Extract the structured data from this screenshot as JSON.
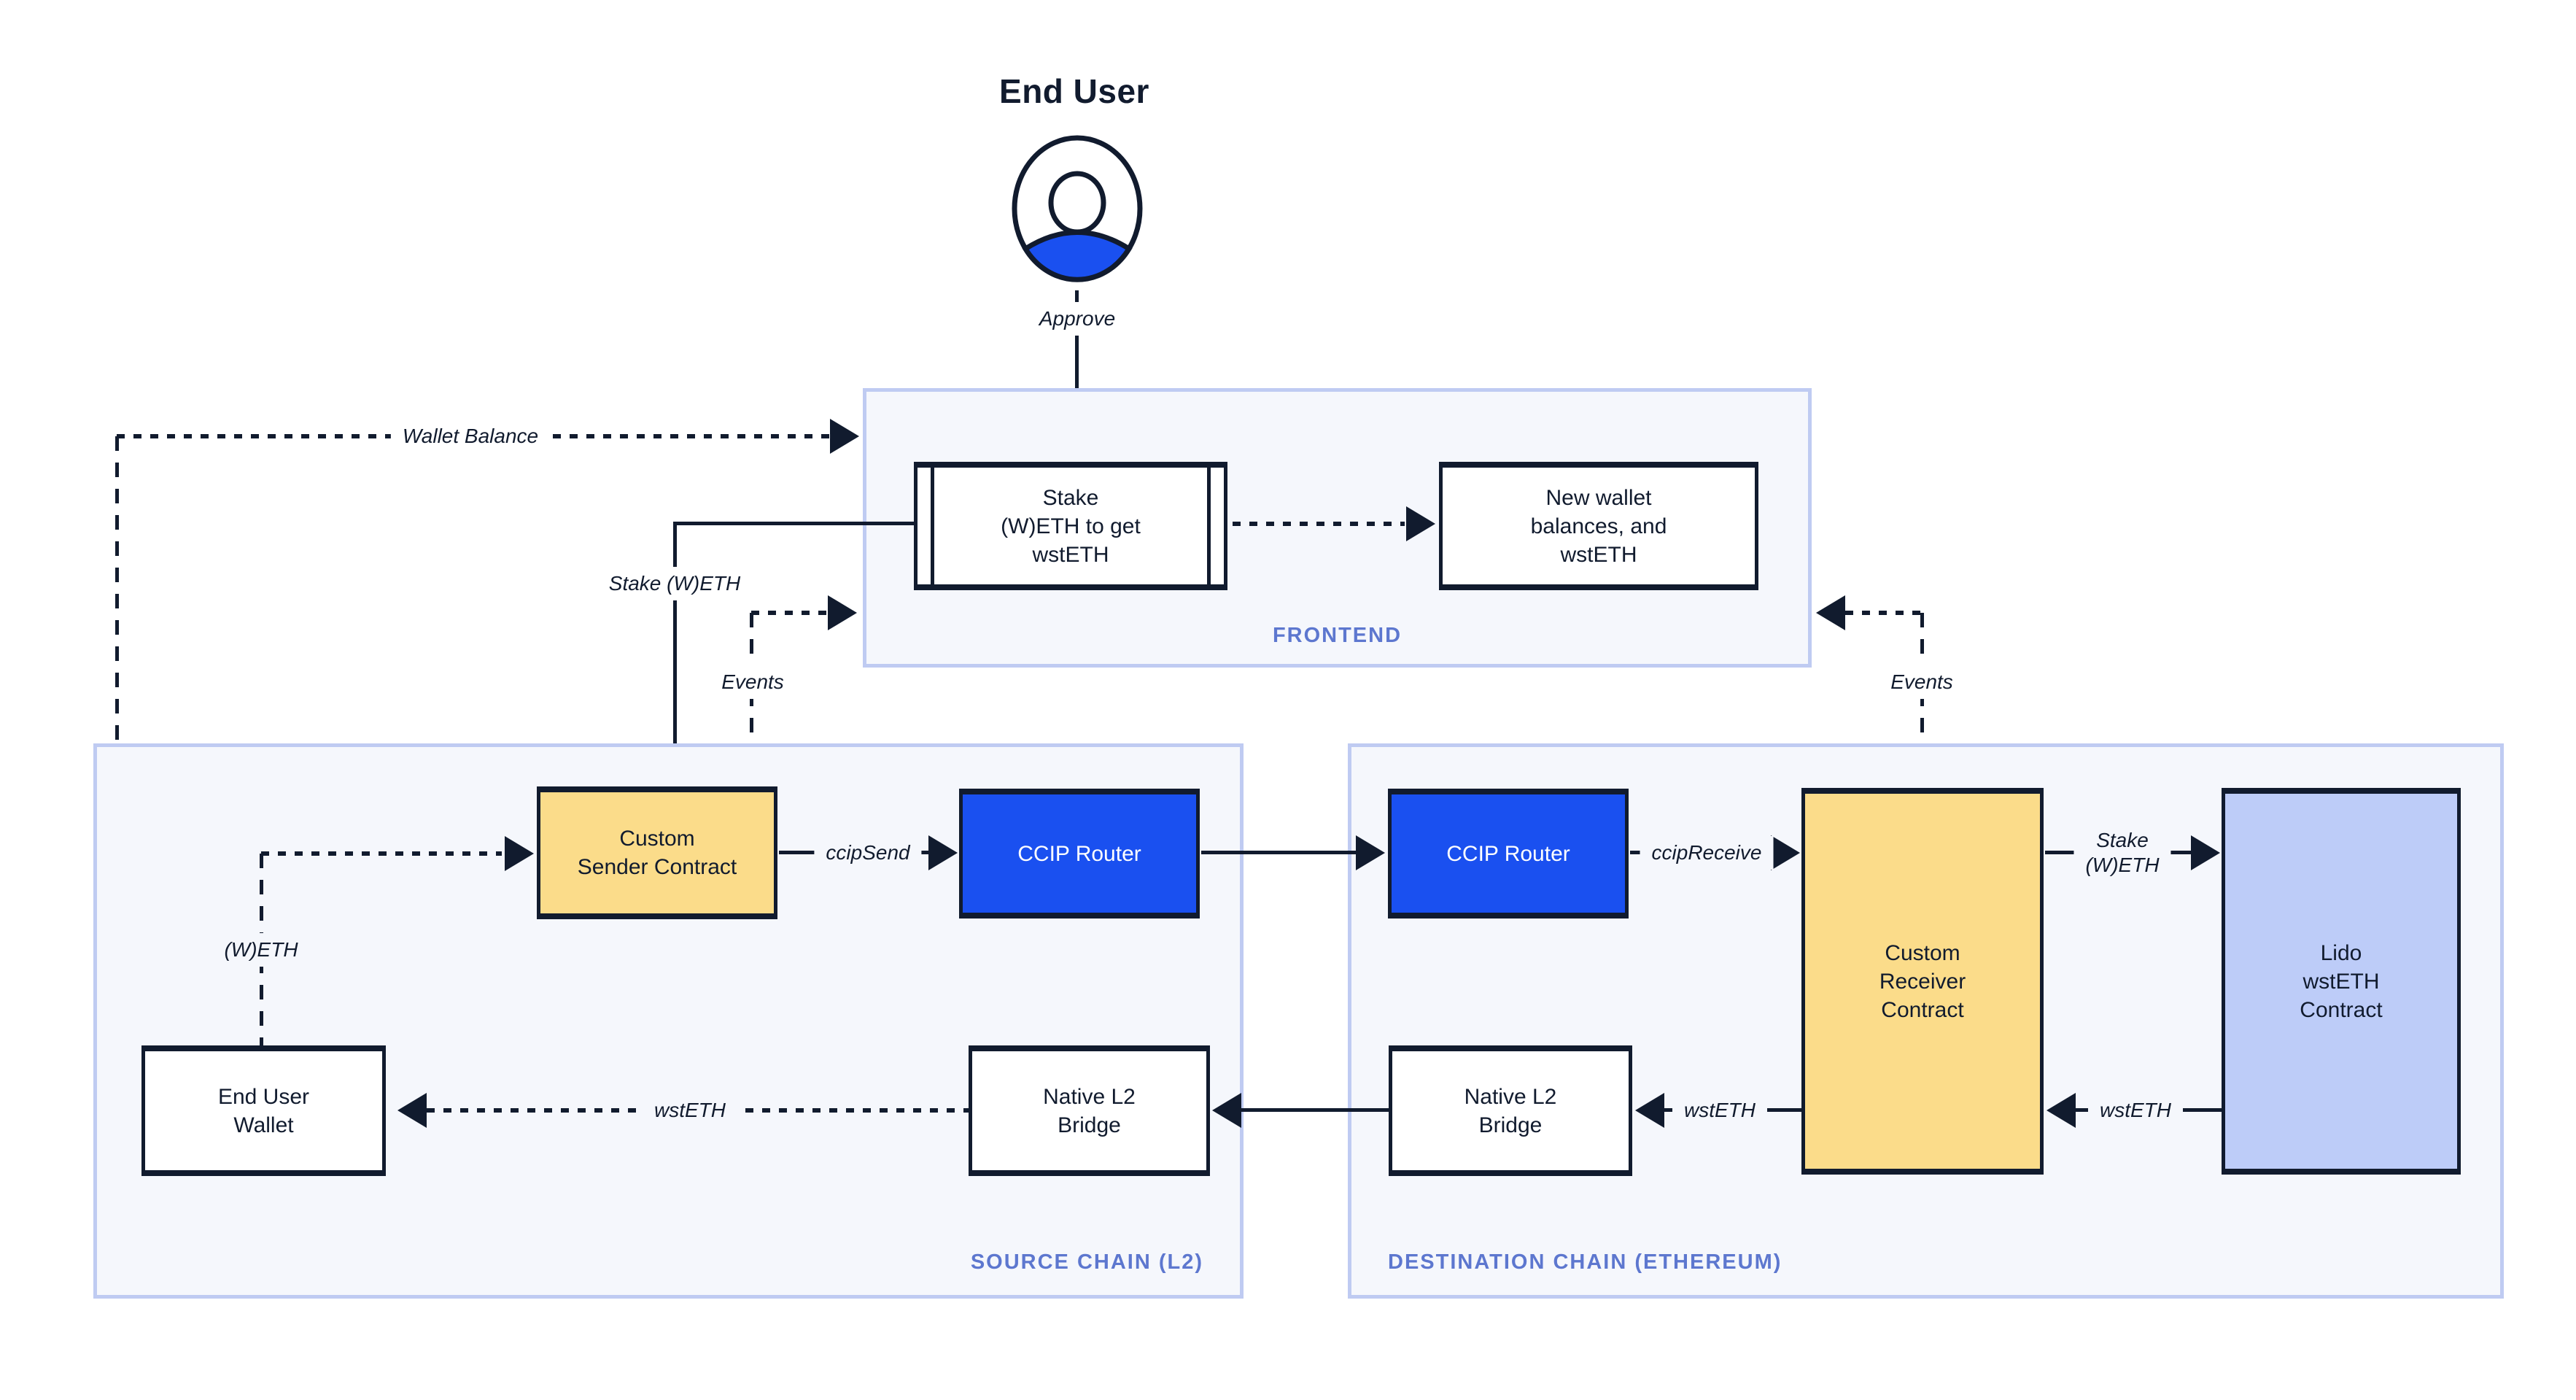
{
  "diagram": {
    "actor": {
      "title": "End User"
    },
    "containers": {
      "frontend": "FRONTEND",
      "source_chain": "SOURCE CHAIN (L2)",
      "destination_chain": "DESTINATION CHAIN (ETHEREUM)"
    },
    "nodes": {
      "stake_ui": "Stake\n(W)ETH to get\nwstETH",
      "new_wallet_balances": "New wallet\nbalances, and\nwstETH",
      "custom_sender": "Custom\nSender Contract",
      "ccip_router_source": "CCIP Router",
      "ccip_router_destination": "CCIP Router",
      "custom_receiver": "Custom\nReceiver\nContract",
      "lido_wsteth": "Lido\nwstETH\nContract",
      "end_user_wallet": "End User\nWallet",
      "native_l2_bridge_source": "Native L2\nBridge",
      "native_l2_bridge_destination": "Native L2\nBridge"
    },
    "edge_labels": {
      "approve": "Approve",
      "wallet_balance": "Wallet Balance",
      "stake_weth": "Stake (W)ETH",
      "events_left": "Events",
      "events_right": "Events",
      "ccip_send": "ccipSend",
      "ccip_receive": "ccipReceive",
      "weth": "(W)ETH",
      "wsteth_to_wallet": "wstETH",
      "wsteth_to_bridge": "wstETH",
      "wsteth_to_receiver": "wstETH",
      "stake_weth_destination": "Stake\n(W)ETH"
    },
    "colors": {
      "line_dark": "#111B2E",
      "container_fill": "#F5F7FC",
      "container_border": "#BFCBF2",
      "container_label_blue": "#5D77CF",
      "node_yellow": "#FBDC8A",
      "node_blue": "#1A50F0",
      "node_lavender": "#BDCCF8",
      "actor_body_blue": "#1A50F0"
    }
  }
}
